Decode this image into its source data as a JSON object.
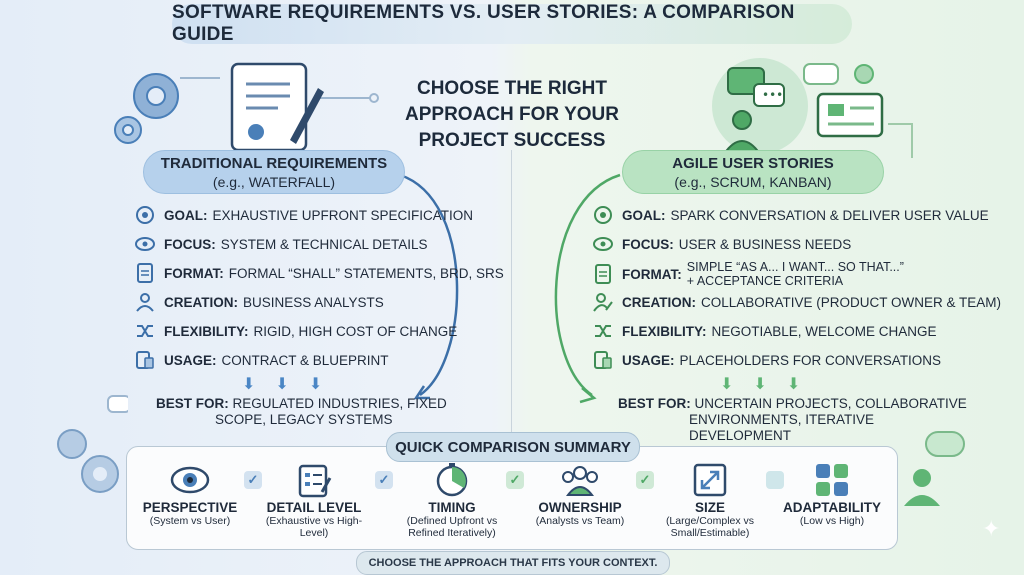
{
  "title": "SOFTWARE REQUIREMENTS VS. USER STORIES: A COMPARISON GUIDE",
  "subtitle": [
    "CHOOSE THE RIGHT",
    "APPROACH FOR YOUR",
    "PROJECT SUCCESS"
  ],
  "left": {
    "heading": "TRADITIONAL REQUIREMENTS",
    "subheading": "(e.g., WATERFALL)",
    "items": [
      {
        "label": "GOAL:",
        "value": "EXHAUSTIVE UPFRONT SPECIFICATION",
        "icon": "target-icon"
      },
      {
        "label": "FOCUS:",
        "value": "SYSTEM & TECHNICAL DETAILS",
        "icon": "eye-icon"
      },
      {
        "label": "FORMAT:",
        "value": "FORMAL “SHALL” STATEMENTS, BRD, SRS",
        "icon": "document-icon"
      },
      {
        "label": "CREATION:",
        "value": "BUSINESS ANALYSTS",
        "icon": "person-icon"
      },
      {
        "label": "FLEXIBILITY:",
        "value": "RIGID, HIGH COST OF CHANGE",
        "icon": "shuffle-icon"
      },
      {
        "label": "USAGE:",
        "value": "CONTRACT & BLUEPRINT",
        "icon": "blueprint-icon"
      }
    ],
    "best_label": "BEST FOR:",
    "best_value": [
      "REGULATED INDUSTRIES, FIXED",
      "SCOPE, LEGACY SYSTEMS"
    ]
  },
  "right": {
    "heading": "AGILE USER STORIES",
    "subheading": "(e.g., SCRUM, KANBAN)",
    "items": [
      {
        "label": "GOAL:",
        "value": "SPARK CONVERSATION & DELIVER USER VALUE",
        "icon": "target-icon"
      },
      {
        "label": "FOCUS:",
        "value": "USER & BUSINESS NEEDS",
        "icon": "eye-icon"
      },
      {
        "label": "FORMAT:",
        "value": "SIMPLE “AS A... I WANT... SO THAT...”",
        "value2": "+ ACCEPTANCE CRITERIA",
        "icon": "document-icon"
      },
      {
        "label": "CREATION:",
        "value": "COLLABORATIVE (PRODUCT OWNER & TEAM)",
        "icon": "person-edit-icon"
      },
      {
        "label": "FLEXIBILITY:",
        "value": "NEGOTIABLE, WELCOME CHANGE",
        "icon": "shuffle-icon"
      },
      {
        "label": "USAGE:",
        "value": "PLACEHOLDERS FOR CONVERSATIONS",
        "icon": "cards-icon"
      }
    ],
    "best_label": "BEST FOR:",
    "best_value": [
      "UNCERTAIN PROJECTS, COLLABORATIVE",
      "ENVIRONMENTS, ITERATIVE DEVELOPMENT"
    ]
  },
  "summary": {
    "title": "QUICK COMPARISON SUMMARY",
    "items": [
      {
        "label": "PERSPECTIVE",
        "sub": [
          "(System vs User)"
        ],
        "icon": "eye-icon"
      },
      {
        "label": "DETAIL LEVEL",
        "sub": [
          "(Exhaustive vs High-Level)"
        ],
        "icon": "checklist-icon"
      },
      {
        "label": "TIMING",
        "sub": [
          "(Defined Upfront vs",
          "Refined Iteratively)"
        ],
        "icon": "timer-icon"
      },
      {
        "label": "OWNERSHIP",
        "sub": [
          "(Analysts vs Team)"
        ],
        "icon": "group-icon"
      },
      {
        "label": "SIZE",
        "sub": [
          "(Large/Complex vs",
          "Small/Estimable)"
        ],
        "icon": "resize-icon"
      },
      {
        "label": "ADAPTABILITY",
        "sub": [
          "(Low vs High)"
        ],
        "icon": "blocks-icon"
      }
    ]
  },
  "footer": "CHOOSE THE APPROACH THAT FITS YOUR CONTEXT.",
  "colors": {
    "blue": "#4a7fb8",
    "green": "#4fa866",
    "navy": "#1d2a3b"
  }
}
